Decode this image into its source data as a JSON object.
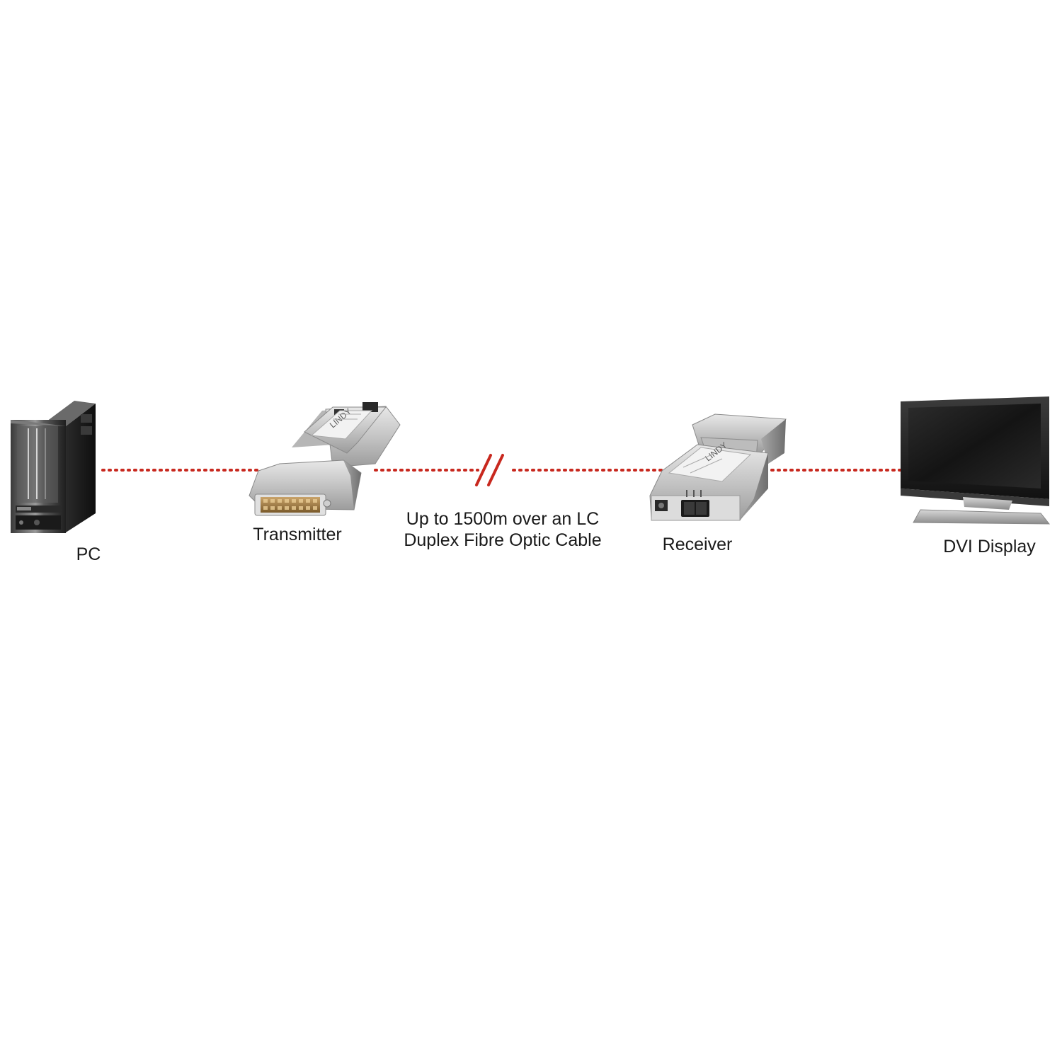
{
  "nodes": {
    "pc": {
      "label": "PC"
    },
    "transmitter": {
      "label": "Transmitter",
      "brand_logo": "LINDY"
    },
    "receiver": {
      "label": "Receiver",
      "brand_logo": "LINDY"
    },
    "display": {
      "label": "DVI Display"
    }
  },
  "link": {
    "line1": "Up to 1500m over an LC",
    "line2": "Duplex Fibre Optic Cable",
    "line_style": "dotted",
    "break_marker": "double-slash"
  },
  "colors": {
    "link_line": "#c8281e",
    "background": "#ffffff",
    "text": "#1a1a1a"
  }
}
